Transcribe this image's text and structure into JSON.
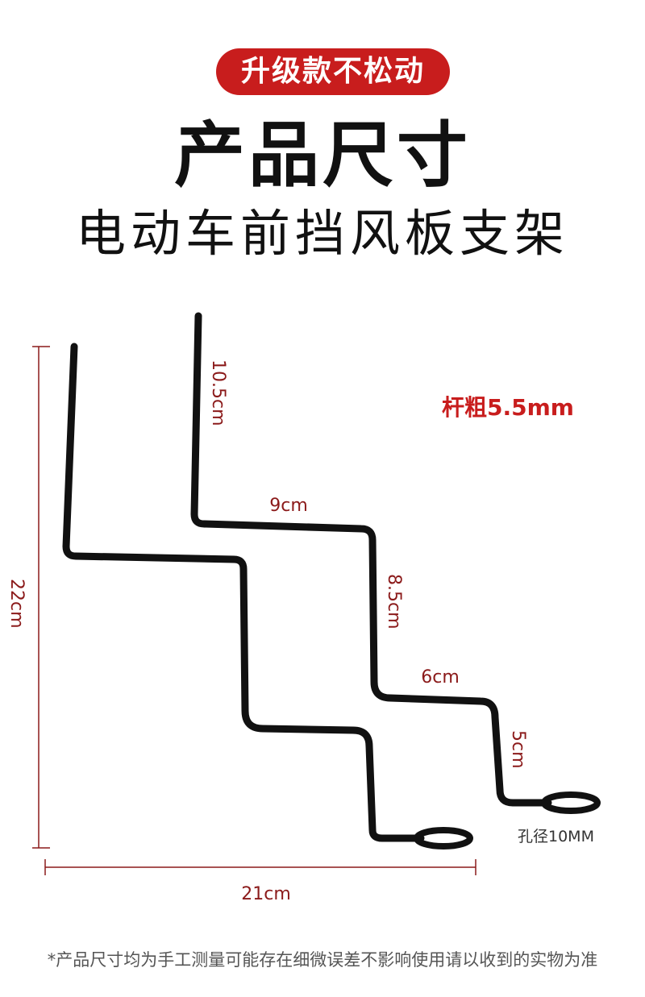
{
  "badge": {
    "label": "升级款不松动"
  },
  "title": "产品尺寸",
  "subtitle": "电动车前挡风板支架",
  "rod_thickness_label": "杆粗5.5mm",
  "dimensions": {
    "total_height": "22cm",
    "total_width": "21cm",
    "top_segment": "10.5cm",
    "first_horizontal": "9cm",
    "middle_vertical": "8.5cm",
    "second_horizontal": "6cm",
    "last_vertical": "5cm",
    "hole_diameter": "孔径10MM"
  },
  "footnote": "*产品尺寸均为手工测量可能存在细微误差不影响使用请以收到的实物为准",
  "colors": {
    "accent_red": "#c81d1d",
    "dimension_red": "#8b1a1a",
    "rod_black": "#111111"
  }
}
